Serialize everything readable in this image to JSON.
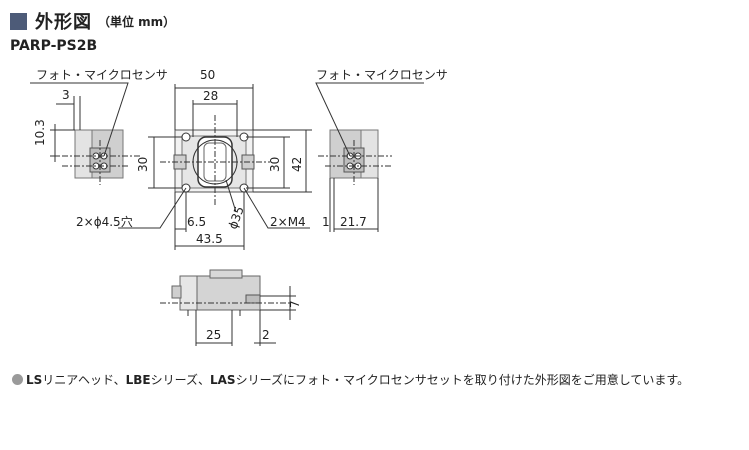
{
  "header": {
    "title": "外形図",
    "unit": "（単位 mm）",
    "model": "PARP-PS2B"
  },
  "labels": {
    "sensor_left": "フォト・マイクロセンサ",
    "sensor_right": "フォト・マイクロセンサ",
    "dim_50": "50",
    "dim_28": "28",
    "dim_3": "3",
    "dim_10_3": "10.3",
    "dim_30_left": "30",
    "dim_30_right": "30",
    "dim_42": "42",
    "dim_phi35": "ϕ35",
    "hole_label": "2×ϕ4.5穴",
    "dim_6_5": "6.5",
    "dim_43_5": "43.5",
    "thread_label": "2×M4",
    "dim_1": "1",
    "dim_21_7": "21.7",
    "dim_7": "7",
    "dim_25": "25",
    "dim_2": "2"
  },
  "note": {
    "b1": "LS",
    "t1": "リニアヘッド、",
    "b2": "LBE",
    "t2": "シリーズ、",
    "b3": "LAS",
    "t3": "シリーズにフォト・マイクロセンサセットを取り付けた外形図をご用意しています。"
  }
}
